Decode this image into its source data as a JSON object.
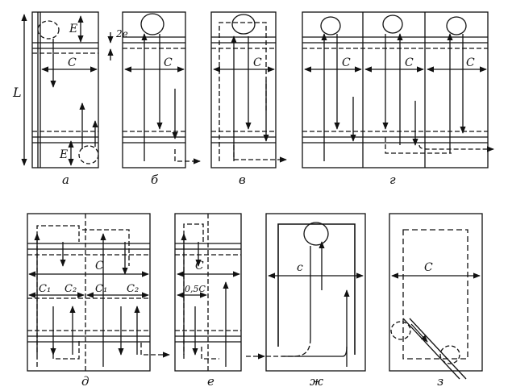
{
  "panels": [
    {
      "id": "a",
      "caption": "а",
      "labels": {
        "L": "L",
        "E_top": "E",
        "two_e": "2е",
        "C": "C",
        "E_bottom": "E"
      }
    },
    {
      "id": "b",
      "caption": "б",
      "labels": {
        "C": "C"
      }
    },
    {
      "id": "v",
      "caption": "в",
      "labels": {
        "C": "C"
      }
    },
    {
      "id": "g",
      "caption": "г",
      "labels": {
        "C1": "C",
        "C2": "C",
        "C3": "C"
      }
    },
    {
      "id": "d",
      "caption": "д",
      "labels": {
        "C": "C",
        "C1a": "C₁",
        "C2a": "C₂",
        "C1b": "C₁",
        "C2b": "C₂"
      }
    },
    {
      "id": "e",
      "caption": "е",
      "labels": {
        "C": "C",
        "half_c": "0,5C"
      }
    },
    {
      "id": "zh",
      "caption": "ж",
      "labels": {
        "c": "c"
      }
    },
    {
      "id": "z",
      "caption": "з",
      "labels": {
        "C": "C"
      }
    }
  ]
}
